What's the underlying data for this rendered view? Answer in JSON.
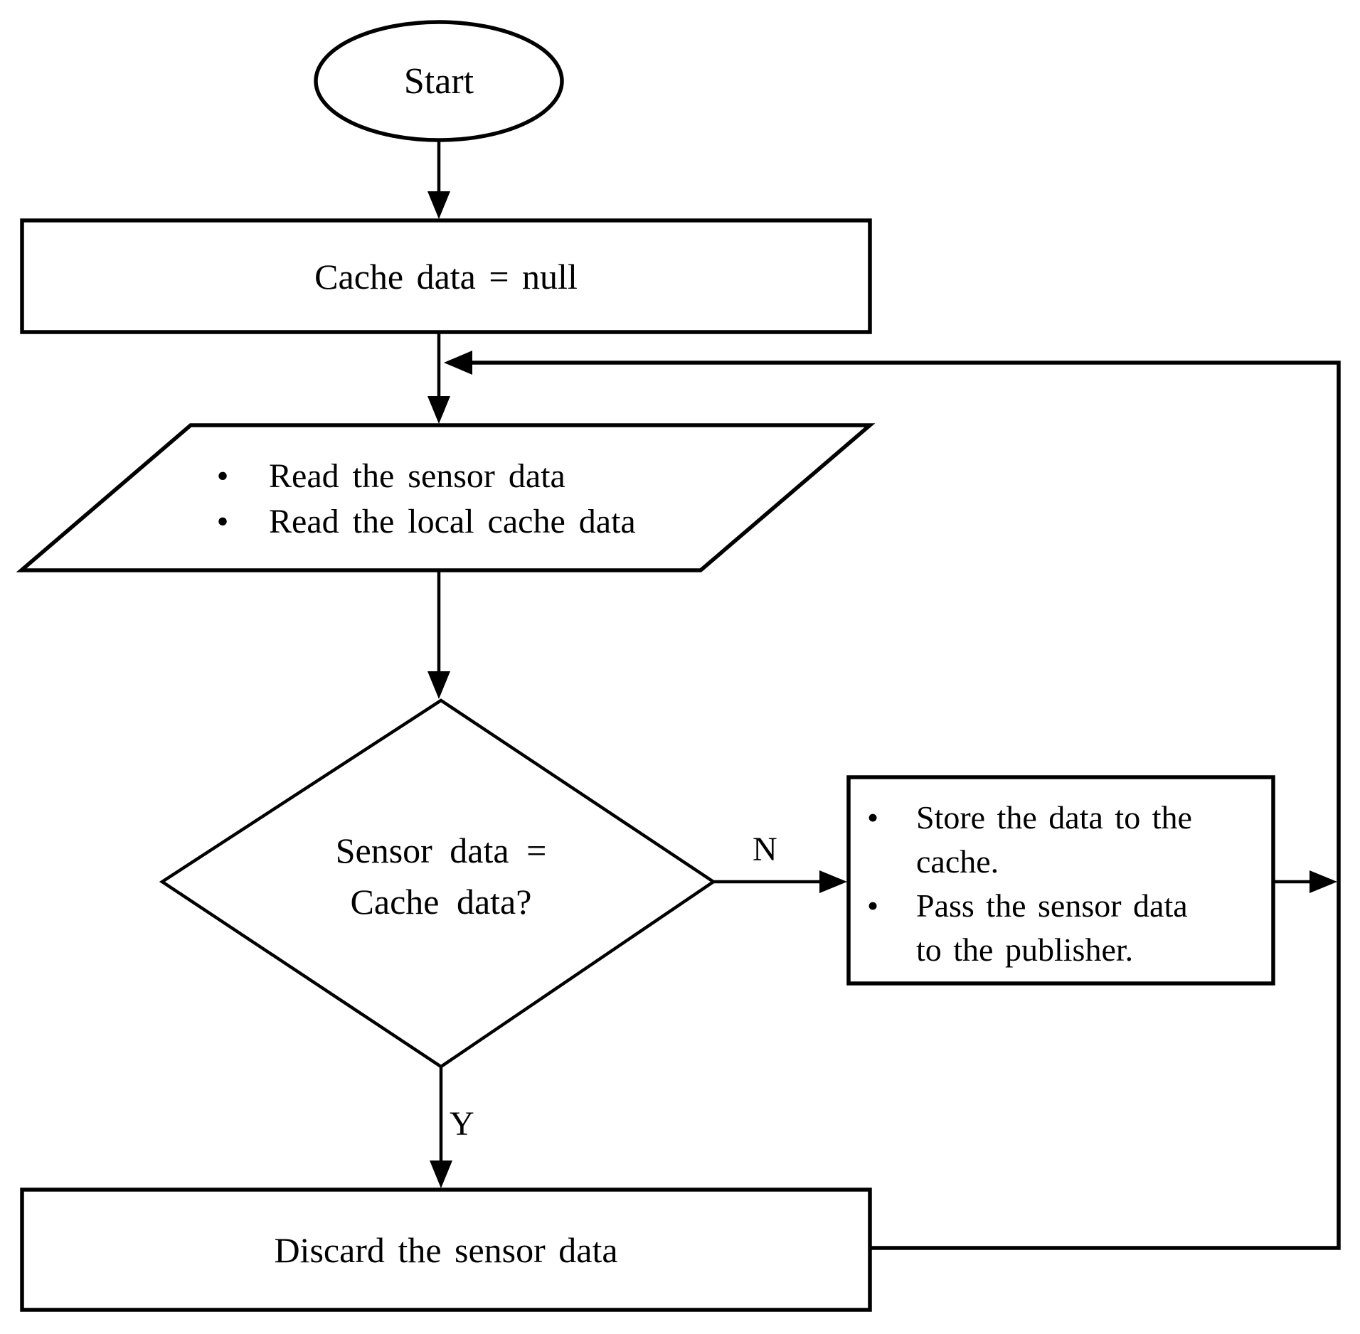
{
  "colors": {
    "stroke": "#000000",
    "fill": "#ffffff",
    "background": "#ffffff"
  },
  "flowchart": {
    "start": {
      "label": "Start"
    },
    "init": {
      "label": "Cache data = null"
    },
    "read_io": {
      "bullet": "•",
      "items": [
        {
          "text": "Read the sensor data"
        },
        {
          "text": "Read the local cache data"
        }
      ]
    },
    "decision": {
      "line1": "Sensor data =",
      "line2": "Cache data?"
    },
    "branch_labels": {
      "no": "N",
      "yes": "Y"
    },
    "store": {
      "bullet": "•",
      "items": [
        {
          "line1": "Store the data to the",
          "line2": "cache."
        },
        {
          "line1": "Pass the sensor data",
          "line2": "to the publisher."
        }
      ]
    },
    "discard": {
      "label": "Discard the sensor data"
    }
  }
}
